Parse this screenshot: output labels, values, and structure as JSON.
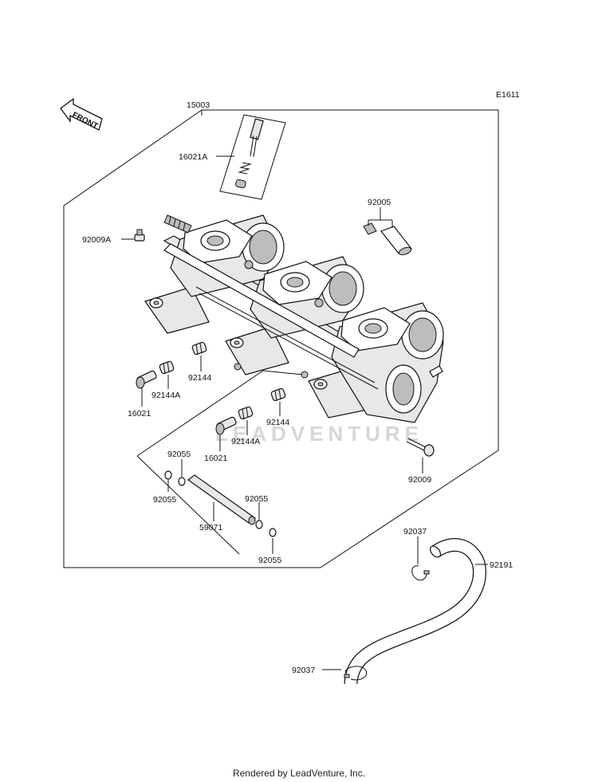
{
  "diagram_code": "E1611",
  "front_arrow_text": "FRONT",
  "watermark": "LEADVENTURE",
  "footer": "Rendered by LeadVenture, Inc.",
  "labels": {
    "p15003": "15003",
    "p16021A": "16021A",
    "p92005": "92005",
    "p92009A": "92009A",
    "p92144_a": "92144",
    "p92144A_a": "92144A",
    "p16021_a": "16021",
    "p92144_b": "92144",
    "p92144A_b": "92144A",
    "p16021_b": "16021",
    "p92055_a": "92055",
    "p92055_b": "92055",
    "p92055_c": "92055",
    "p92055_d": "92055",
    "p59071": "59071",
    "p92009": "92009",
    "p92037_a": "92037",
    "p92191": "92191",
    "p92037_b": "92037"
  }
}
